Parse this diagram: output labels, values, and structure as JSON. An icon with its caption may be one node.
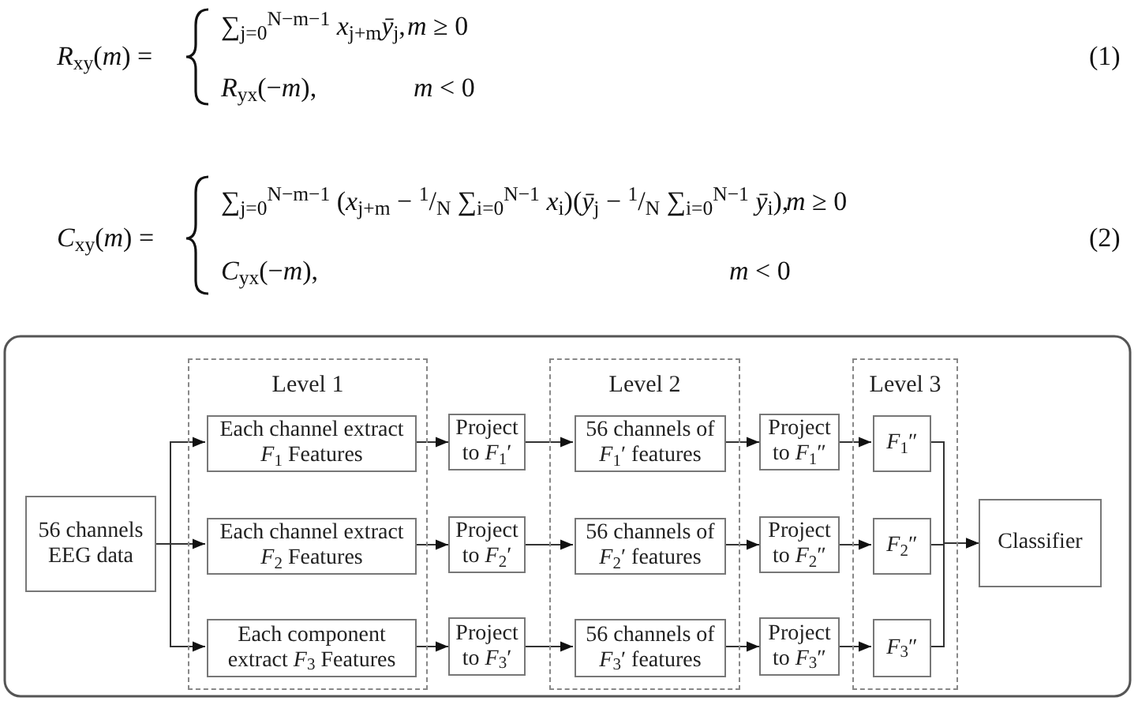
{
  "diagram": {
    "nodes": [
      {
        "text": [
          "Level 1"
        ]
      },
      {
        "text": [
          "Each channel extract *F*$_{1}$ Features"
        ],
        "in": 0
      },
      {
        "text": [
          "Each channel extract *F*$_{2}$ Features"
        ],
        "in": 0
      },
      {
        "text": [
          "Each component extract *F*$_{3}$ Features"
        ],
        "in": 0
      },
      {
        "text": [
          "Level 2"
        ]
      },
      {
        "text": [
          "56 channels of *F*$_{1}$′ features"
        ],
        "in": 4
      },
      {
        "text": [
          "56 channels of *F*$_{2}$′ features"
        ],
        "in": 4
      },
      {
        "text": [
          "56 channels of *F*$_{3}$′ features"
        ],
        "in": 4
      },
      {
        "text": [
          "Level 3"
        ]
      },
      {
        "text": [
          "*F*$_{1}$″"
        ],
        "in": 8
      },
      {
        "text": [
          "*F*$_{2}$″"
        ],
        "in": 8
      },
      {
        "text": [
          "*F*$_{3}$″"
        ],
        "in": 8
      },
      {
        "text": [
          "56 channels EEG data"
        ]
      },
      {
        "text": [
          "Project to *F*$_{1}$′"
        ]
      },
      {
        "text": [
          "Project to *F*$_{2}$′"
        ]
      },
      {
        "text": [
          "Project to *F*$_{3}$′"
        ]
      },
      {
        "text": [
          "Project to *F*$_{1}$″"
        ]
      },
      {
        "text": [
          "Project to *F*$_{2}$″"
        ]
      },
      {
        "text": [
          "Project to *F*$_{3}$″"
        ]
      },
      {
        "text": [
          "Classifier"
        ]
      }
    ],
    "edges": [
      {
        "from": 12,
        "to": 1,
        "arrow": "to"
      },
      {
        "from": 12,
        "to": 2,
        "arrow": "to"
      },
      {
        "from": 12,
        "to": 3,
        "arrow": "to"
      },
      {
        "from": 1,
        "to": 13,
        "arrow": "to"
      },
      {
        "from": 2,
        "to": 14,
        "arrow": "to"
      },
      {
        "from": 3,
        "to": 15,
        "arrow": "to"
      },
      {
        "from": 13,
        "to": 5,
        "arrow": "to"
      },
      {
        "from": 14,
        "to": 6,
        "arrow": "to"
      },
      {
        "from": 15,
        "to": 7,
        "arrow": "to"
      },
      {
        "from": 5,
        "to": 16,
        "arrow": "to"
      },
      {
        "from": 6,
        "to": 17,
        "arrow": "to"
      },
      {
        "from": 7,
        "to": 18,
        "arrow": "to"
      },
      {
        "from": 16,
        "to": 9,
        "arrow": "to"
      },
      {
        "from": 17,
        "to": 10,
        "arrow": "to"
      },
      {
        "from": 18,
        "to": 11,
        "arrow": "to"
      },
      {
        "from": 9,
        "to": 19,
        "arrow": "to"
      },
      {
        "from": 10,
        "to": 19,
        "arrow": "to"
      },
      {
        "from": 11,
        "to": 19,
        "arrow": "to"
      }
    ],
    "labels": [
      "*R*$_{xy}$(*m*) =",
      "∑$_{j=0}$$^{N−m−1}$ *x*$_{j+m}$*ȳ*$_{j}$,",
      "*m* ≥ 0",
      "*R*$_{yx}$(−*m*),",
      "*m* < 0",
      "(1)",
      "*C*$_{xy}$(*m*) =",
      "∑$_{j=0}$$^{N−m−1}$ (*x*$_{j+m}$ − $^{1}$/$_{N}$ ∑$_{i=0}$$^{N−1}$ *x*$_{i}$)(*ȳ*$_{j}$ − $^{1}$/$_{N}$ ∑$_{i=0}$$^{N−1}$ *ȳ*$_{i}$),",
      "*m* ≥ 0",
      "*C*$_{yx}$(−*m*),",
      "*m* < 0",
      "(2)"
    ]
  }
}
